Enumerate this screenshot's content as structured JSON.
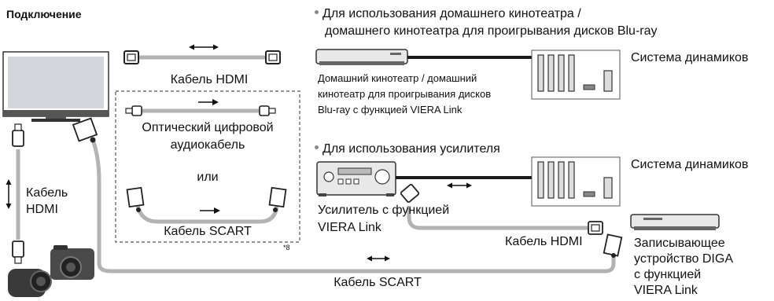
{
  "title": "Подключение",
  "labels": {
    "hdmi_cable_top": "Кабель HDMI",
    "optical_cable_1": "Оптический цифровой",
    "optical_cable_2": "аудиокабель",
    "or": "или",
    "scart_cable_box": "Кабель SCART",
    "footnote_mark": "*8",
    "hdmi_cable_left_1": "Кабель",
    "hdmi_cable_left_2": "HDMI",
    "scart_cable_bottom": "Кабель SCART",
    "home_theater_bullet_1": "Для использования домашнего кинотеатра /",
    "home_theater_bullet_2": "домашнего кинотеатра для проигрывания дисков Blu-ray",
    "home_theater_desc_1": "Домашний кинотеатр / домашний",
    "home_theater_desc_2": "кинотеатр для проигрывания дисков",
    "home_theater_desc_3": "Blu-ray с функцией VIERA Link",
    "speaker_system_1": "Система динамиков",
    "amp_bullet": "Для использования усилителя",
    "speaker_system_2": "Система динамиков",
    "amp_desc_1": "Усилитель с функцией",
    "amp_desc_2": "VIERA Link",
    "hdmi_cable_right": "Кабель HDMI",
    "diga_1": "Записывающее",
    "diga_2": "устройство DIGA",
    "diga_3": "с функцией",
    "diga_4": "VIERA Link"
  },
  "colors": {
    "cable_gray": "#b3b3b3",
    "cable_black": "#1a1a1a",
    "device_fill": "#e6e6e6",
    "tv_screen": "#cfd3d8"
  }
}
